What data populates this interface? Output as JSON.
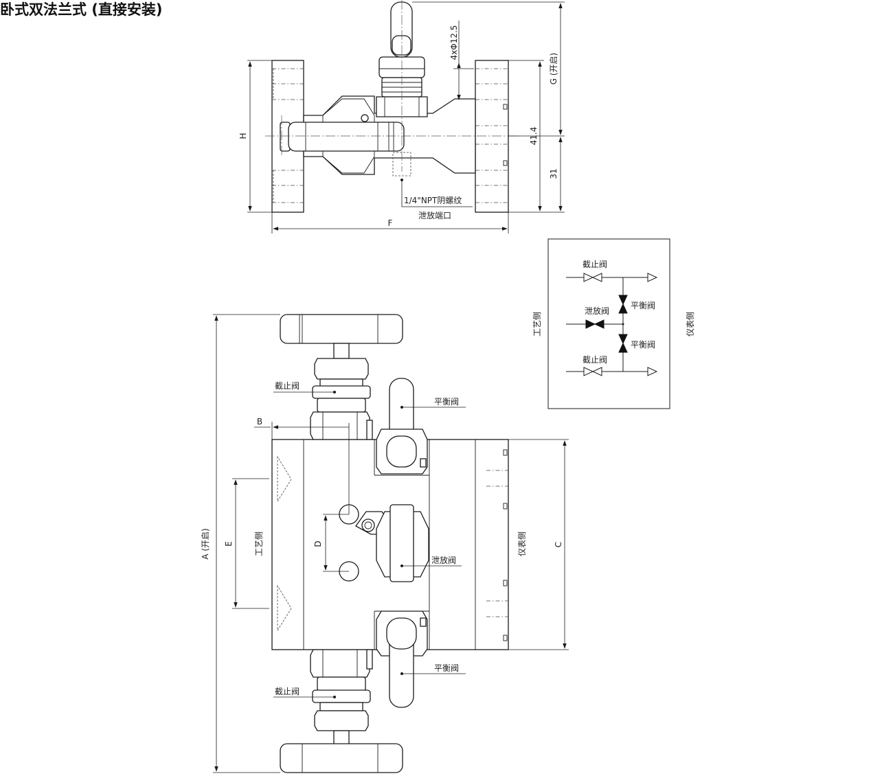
{
  "title": "卧式双法兰式 (直接安装)",
  "top_view": {
    "dims": {
      "H": "H",
      "F": "F",
      "bolt_holes": "4xΦ12.5",
      "G": "G (开启)",
      "d41": "41.4",
      "d31": "31"
    },
    "port_note_line1": "1/4\"NPT阴螺纹",
    "port_note_line2": "泄放端口"
  },
  "front_view": {
    "dims": {
      "A": "A (开启)",
      "B": "B",
      "C": "C",
      "D": "D",
      "E": "E"
    },
    "process_side": "工艺侧",
    "instrument_side": "仪表侧",
    "callouts": {
      "stop_valve_top": "截止阀",
      "balance_valve_top": "平衡阀",
      "vent_valve": "泄放阀",
      "balance_valve_bottom": "平衡阀",
      "stop_valve_bottom": "截止阀"
    }
  },
  "schematic": {
    "process_side": "工艺侧",
    "instrument_side": "仪表侧",
    "stop_valve_top": "截止阀",
    "balance_valve_top": "平衡阀",
    "vent_valve": "泄放阀",
    "balance_valve_bottom": "平衡阀",
    "stop_valve_bottom": "截止阀"
  }
}
